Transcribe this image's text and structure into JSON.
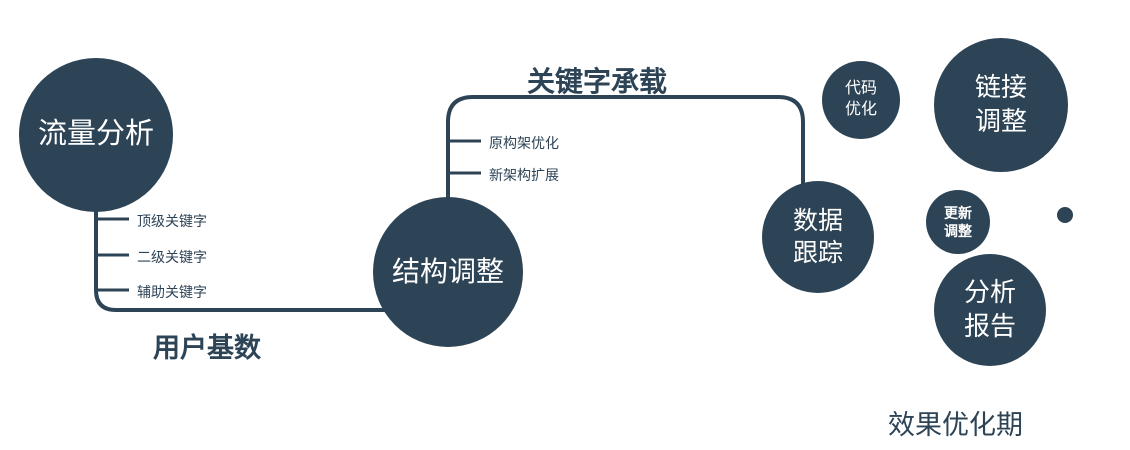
{
  "colors": {
    "primary": "#2d4356",
    "node_text": "#ffffff",
    "background": "#ffffff"
  },
  "nodes": {
    "traffic": {
      "label": "流量分析"
    },
    "structure": {
      "label": "结构调整"
    },
    "data_tracking": {
      "line1": "数据",
      "line2": "跟踪"
    },
    "code_optimization": {
      "line1": "代码",
      "line2": "优化"
    },
    "link_adjust": {
      "line1": "链接",
      "line2": "调整"
    },
    "update_adjust": {
      "line1": "更新",
      "line2": "调整"
    },
    "analysis_report": {
      "line1": "分析",
      "line2": "报告"
    }
  },
  "edge_labels": {
    "user_base": "用户基数",
    "keyword_carry": "关键字承载"
  },
  "traffic_ticks": [
    "顶级关键字",
    "二级关键字",
    "辅助关键字"
  ],
  "structure_ticks": [
    "原构架优化",
    "新架构扩展"
  ],
  "footer_label": "效果优化期"
}
